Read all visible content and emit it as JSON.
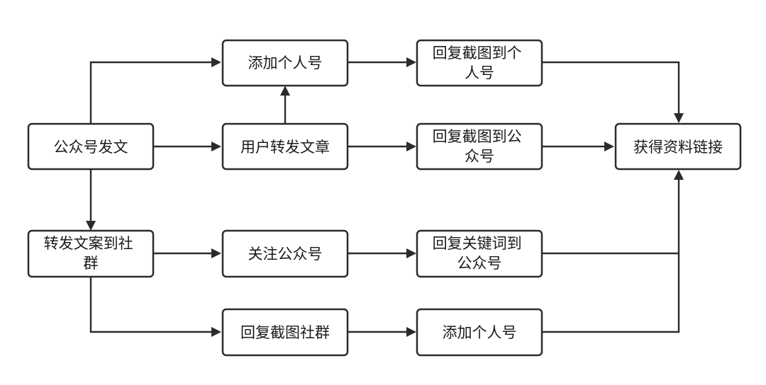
{
  "nodes": {
    "post_article": "公众号发文",
    "add_personal_top": "添加个人号",
    "reply_screenshot_personal": "回复截图到个人号",
    "user_forward": "用户转发文章",
    "reply_screenshot_official": "回复截图到公众号",
    "get_link": "获得资料链接",
    "forward_to_group": "转发文案到社群",
    "follow_official": "关注公众号",
    "reply_keyword": "回复关键词到公众号",
    "reply_screenshot_group": "回复截图社群",
    "add_personal_bottom": "添加个人号"
  },
  "colors": {
    "stroke": "#2b2b2b",
    "fill": "#ffffff",
    "text": "#1a1a1a"
  }
}
